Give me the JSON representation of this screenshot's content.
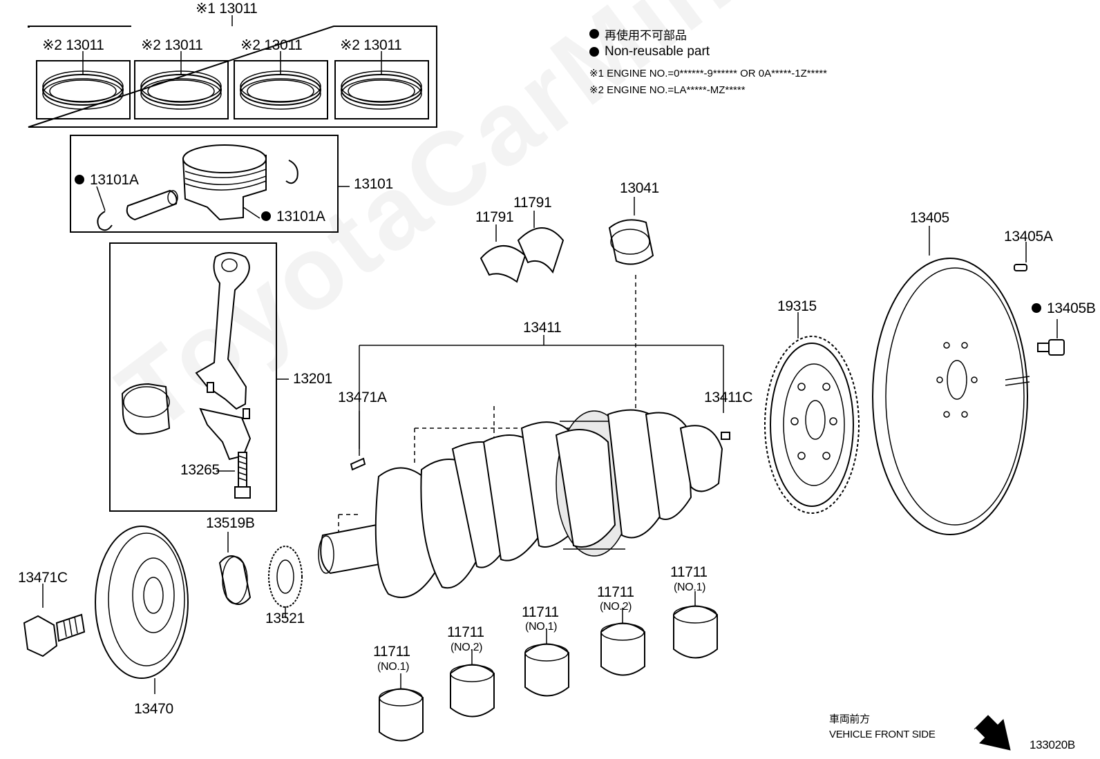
{
  "watermark": "ToyotaCarMine.ru",
  "legend": {
    "line1_jp": "再使用不可部品",
    "line2": "Non-reusable part",
    "note1": "※1 ENGINE NO.=0******-9****** OR 0A*****-1Z*****",
    "note2": "※2 ENGINE NO.=LA*****-MZ*****"
  },
  "labels": {
    "ring_set_main": "※1 13011",
    "ring_set_a": "※2 13011",
    "ring_set_b": "※2 13011",
    "ring_set_c": "※2 13011",
    "ring_set_d": "※2 13011",
    "piston_sub": "13101",
    "snap_ring_left": "13101A",
    "snap_ring_right": "13101A",
    "conrod_sub": "13201",
    "conrod_bolt": "13265",
    "crank_bearing_upper": "13041",
    "thrust_washer_a": "11791",
    "thrust_washer_b": "11791",
    "crankshaft": "13411",
    "key_left": "13471A",
    "pin_right": "13411C",
    "timing_rotor": "19315",
    "drive_plate": "13405",
    "dowel_pin": "13405A",
    "plate_bolt": "13405B",
    "crank_key": "13519B",
    "crank_gear": "13521",
    "pulley_bolt": "13471C",
    "pulley": "13470",
    "bearing_1": "11711",
    "bearing_1_sub": "(NO.1)",
    "bearing_2": "11711",
    "bearing_2_sub": "(NO.2)",
    "bearing_3": "11711",
    "bearing_3_sub": "(NO.1)",
    "bearing_4": "11711",
    "bearing_4_sub": "(NO.2)",
    "bearing_5": "11711",
    "bearing_5_sub": "(NO.1)"
  },
  "footer": {
    "direction_jp": "車両前方",
    "direction_en": "VEHICLE FRONT SIDE",
    "diagram_code": "133020B"
  }
}
